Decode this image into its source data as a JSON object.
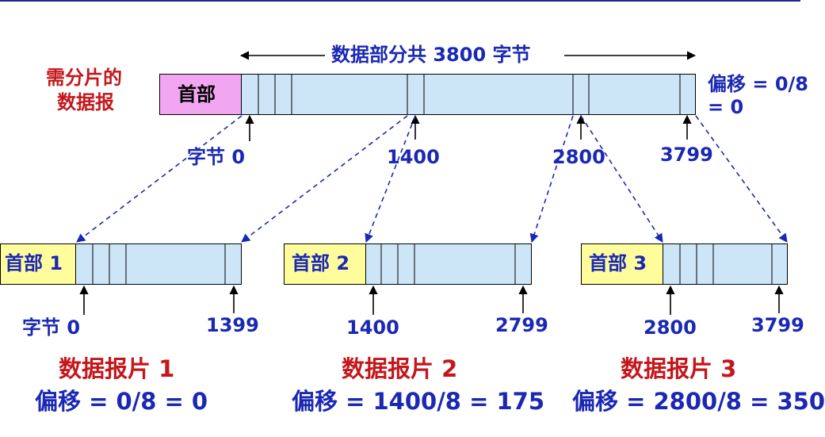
{
  "original": {
    "side_label_line1": "需分片的",
    "side_label_line2": "数据报",
    "header": "首部",
    "span_label": "数据部分共 3800 字节",
    "offset_line1": "偏移 = 0/8",
    "offset_line2": "= 0",
    "markers": [
      "字节 0",
      "1400",
      "2800",
      "3799"
    ]
  },
  "fragments": [
    {
      "header": "首部 1",
      "start_label": "字节 0",
      "end_label": "1399",
      "title": "数据报片 1",
      "offset": "偏移 = 0/8 = 0"
    },
    {
      "header": "首部 2",
      "start_label": "1400",
      "end_label": "2799",
      "title": "数据报片 2",
      "offset": "偏移 = 1400/8 = 175"
    },
    {
      "header": "首部 3",
      "start_label": "2800",
      "end_label": "3799",
      "title": "数据报片 3",
      "offset": "偏移 = 2800/8 = 350"
    }
  ],
  "colors": {
    "label_blue": "#1a28b4",
    "title_red": "#c4171c",
    "header_pink": "#f2a6f2",
    "header_yellow": "#fffc9c",
    "data_blue": "#cce6f8",
    "rule": "#1f2a8f"
  }
}
